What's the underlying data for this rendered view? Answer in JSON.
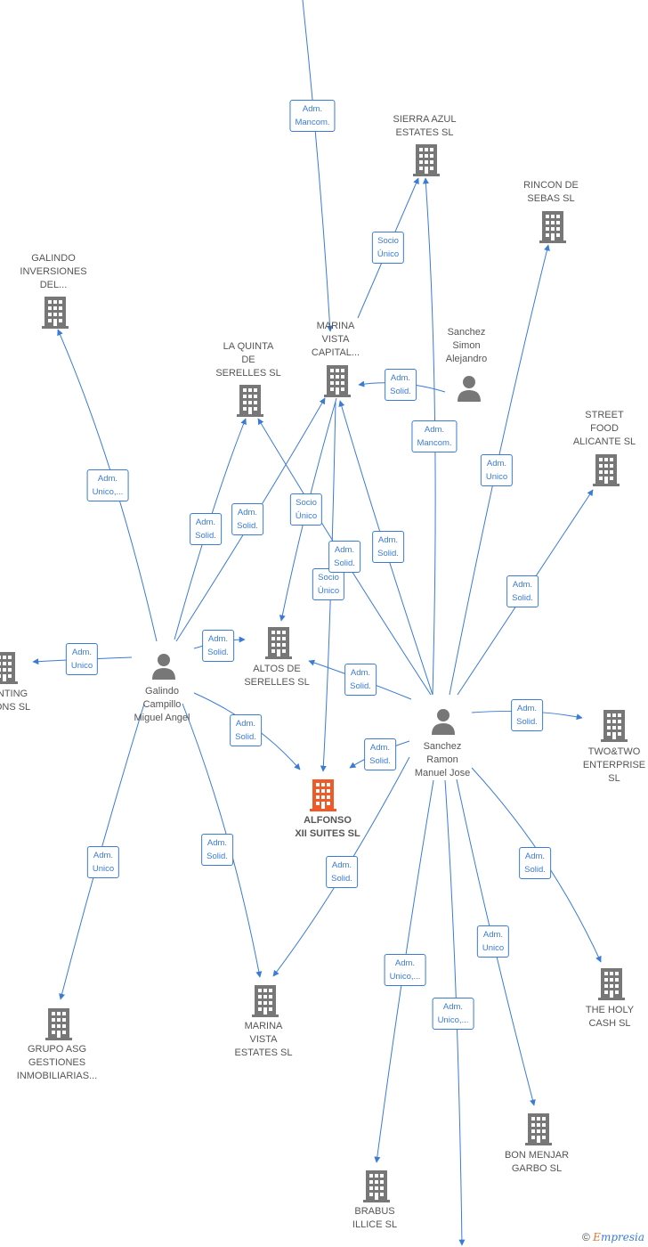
{
  "colors": {
    "edge": "#3a7bd5",
    "company": "#777777",
    "main_company": "#f05a28",
    "person": "#777777"
  },
  "nodes": [
    {
      "id": "sierra",
      "type": "company",
      "lines": [
        "SIERRA AZUL",
        "ESTATES  SL"
      ]
    },
    {
      "id": "rincon",
      "type": "company",
      "lines": [
        "RINCON DE",
        "SEBAS  SL"
      ]
    },
    {
      "id": "galindo_inv",
      "type": "company",
      "lines": [
        "GALINDO",
        "INVERSIONES",
        "DEL..."
      ]
    },
    {
      "id": "marina_cap",
      "type": "company",
      "lines": [
        "MARINA",
        "VISTA",
        "CAPITAL..."
      ]
    },
    {
      "id": "sanchez_simon",
      "type": "person",
      "lines": [
        "Sanchez",
        "Simon",
        "Alejandro"
      ]
    },
    {
      "id": "la_quinta",
      "type": "company",
      "lines": [
        "LA QUINTA",
        "DE",
        "SERELLES  SL"
      ]
    },
    {
      "id": "street_food",
      "type": "company",
      "lines": [
        "STREET",
        "FOOD",
        "ALICANTE  SL"
      ]
    },
    {
      "id": "altos",
      "type": "company",
      "lines": [
        "ALTOS DE",
        "SERELLES  SL"
      ]
    },
    {
      "id": "accounting",
      "type": "company",
      "lines": [
        "NTING",
        "ONS SL"
      ]
    },
    {
      "id": "galindo_p",
      "type": "person",
      "lines": [
        "Galindo",
        "Campillo",
        "Miguel Angel"
      ]
    },
    {
      "id": "sanchez_r",
      "type": "person",
      "lines": [
        "Sanchez",
        "Ramon",
        "Manuel Jose"
      ]
    },
    {
      "id": "twotwo",
      "type": "company",
      "lines": [
        "TWO&TWO",
        "ENTERPRISE",
        "SL"
      ]
    },
    {
      "id": "alfonso",
      "type": "main",
      "lines": [
        "ALFONSO",
        "XII SUITES  SL"
      ]
    },
    {
      "id": "holy",
      "type": "company",
      "lines": [
        "THE HOLY",
        "CASH  SL"
      ]
    },
    {
      "id": "marina_est",
      "type": "company",
      "lines": [
        "MARINA",
        "VISTA",
        "ESTATES  SL"
      ]
    },
    {
      "id": "grupo",
      "type": "company",
      "lines": [
        "GRUPO ASG",
        "GESTIONES",
        "INMOBILIARIAS..."
      ]
    },
    {
      "id": "bon",
      "type": "company",
      "lines": [
        "BON MENJAR",
        "GARBO  SL"
      ]
    },
    {
      "id": "brabus",
      "type": "company",
      "lines": [
        "BRABUS",
        "ILLICE  SL"
      ]
    }
  ],
  "edges": [
    {
      "id": "e1",
      "lines": [
        "Adm.",
        "Mancom."
      ]
    },
    {
      "id": "e2",
      "lines": [
        "Socio",
        "Único"
      ]
    },
    {
      "id": "e3",
      "lines": [
        "Adm.",
        "Unico,..."
      ]
    },
    {
      "id": "e4",
      "lines": [
        "Adm.",
        "Solid."
      ]
    },
    {
      "id": "e5",
      "lines": [
        "Socio",
        "Único"
      ]
    },
    {
      "id": "e6",
      "lines": [
        "Adm.",
        "Mancom."
      ]
    },
    {
      "id": "e7",
      "lines": [
        "Adm.",
        "Unico"
      ]
    },
    {
      "id": "e8",
      "lines": [
        "Adm.",
        "Solid."
      ]
    },
    {
      "id": "e9",
      "lines": [
        "Adm.",
        "Solid."
      ]
    },
    {
      "id": "e10",
      "lines": [
        "Socio",
        "Único"
      ]
    },
    {
      "id": "e11",
      "lines": [
        "Adm.",
        "Solid."
      ]
    },
    {
      "id": "e12",
      "lines": [
        "Adm.",
        "Solid."
      ]
    },
    {
      "id": "e13",
      "lines": [
        "Socio",
        "Único"
      ]
    },
    {
      "id": "e14",
      "lines": [
        "Adm.",
        "Solid."
      ]
    },
    {
      "id": "e15",
      "lines": [
        "Adm.",
        "Unico"
      ]
    },
    {
      "id": "e16",
      "lines": [
        "Adm.",
        "Solid."
      ]
    },
    {
      "id": "e17",
      "lines": [
        "Adm.",
        "Solid."
      ]
    },
    {
      "id": "e18",
      "lines": [
        "Adm.",
        "Solid."
      ]
    },
    {
      "id": "e19",
      "lines": [
        "Adm.",
        "Solid."
      ]
    },
    {
      "id": "e20",
      "lines": [
        "Adm.",
        "Solid."
      ]
    },
    {
      "id": "e21",
      "lines": [
        "Adm.",
        "Unico"
      ]
    },
    {
      "id": "e22",
      "lines": [
        "Adm.",
        "Solid."
      ]
    },
    {
      "id": "e23",
      "lines": [
        "Adm.",
        "Solid."
      ]
    },
    {
      "id": "e24",
      "lines": [
        "Adm.",
        "Solid."
      ]
    },
    {
      "id": "e25",
      "lines": [
        "Adm.",
        "Unico"
      ]
    },
    {
      "id": "e26",
      "lines": [
        "Adm.",
        "Unico,..."
      ]
    },
    {
      "id": "e27",
      "lines": [
        "Adm.",
        "Unico,..."
      ]
    }
  ],
  "footer": {
    "copyright": "©",
    "brand_first": "E",
    "brand_rest": "mpresia"
  }
}
